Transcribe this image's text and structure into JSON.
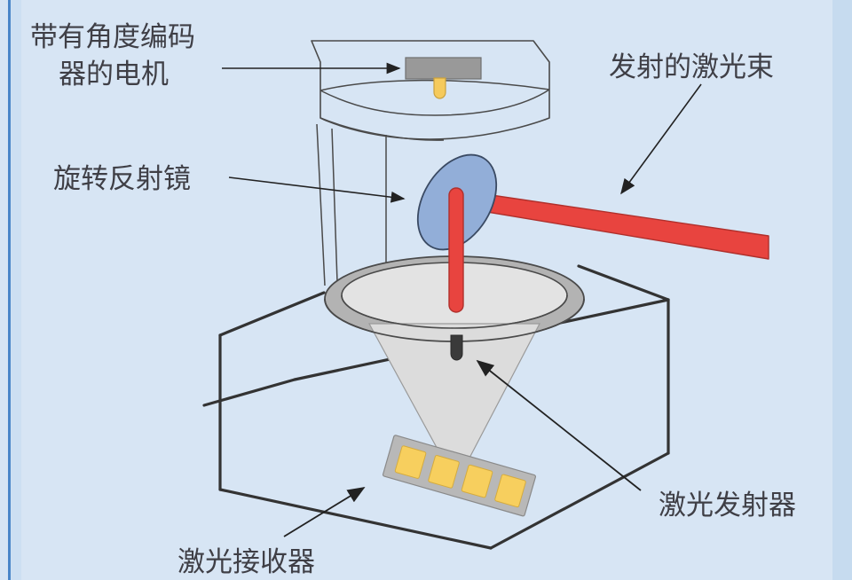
{
  "figure": {
    "title_semantic": "lidar-rotating-mirror-scanner-diagram",
    "background_color": "#d7e5f4",
    "border_color": "#4a86c8",
    "right_strip_color": "#c6dbef"
  },
  "labels": {
    "motor": {
      "line1": "带有角度编码",
      "line2": "器的电机",
      "name": "motor-with-angle-encoder"
    },
    "mirror": {
      "line1": "旋转反射镜",
      "name": "rotating-mirror"
    },
    "emitted_beam": {
      "line1": "发射的激光束",
      "name": "emitted-laser-beam"
    },
    "laser_emitter": {
      "line1": "激光发射器",
      "name": "laser-emitter"
    },
    "laser_receiver": {
      "line1": "激光接收器",
      "name": "laser-receiver"
    }
  },
  "colors": {
    "background": "#d7e5f4",
    "outline_dark": "#333333",
    "outline_thin": "#4a4a4a",
    "laser_red": "#e8443f",
    "laser_red_stroke": "#b0302c",
    "mirror_blue": "#92aed8",
    "mirror_blue_stroke": "#3a4a63",
    "motor_gray": "#999999",
    "motor_gray_stroke": "#6f6f6f",
    "shaft_yellow": "#f5ca5c",
    "shaft_yellow_stroke": "#c9a13f",
    "ring_gray": "#b3b3b3",
    "disc_gray": "#e3e3e3",
    "cone_gray": "#dcdcdc",
    "emitter_black": "#3a3a3a",
    "receiver_board": "#b8b8b8",
    "receiver_cell": "#f7cf5e",
    "housing_fill": "#d7e5f4",
    "text_color": "#3f3f46"
  },
  "components": [
    {
      "name": "motor-housing",
      "kind": "prism"
    },
    {
      "name": "motor-block",
      "kind": "rect"
    },
    {
      "name": "motor-shaft",
      "kind": "pin"
    },
    {
      "name": "support-columns",
      "kind": "lines",
      "count": 3
    },
    {
      "name": "rotating-mirror",
      "kind": "ellipse"
    },
    {
      "name": "vertical-laser-beam",
      "kind": "bar"
    },
    {
      "name": "emitted-laser-beam",
      "kind": "wedge"
    },
    {
      "name": "annular-disc",
      "kind": "ring"
    },
    {
      "name": "laser-emitter",
      "kind": "pin"
    },
    {
      "name": "receiver-cone",
      "kind": "cone"
    },
    {
      "name": "laser-receiver-board",
      "kind": "board",
      "cells": 4
    },
    {
      "name": "base-box",
      "kind": "box"
    }
  ]
}
